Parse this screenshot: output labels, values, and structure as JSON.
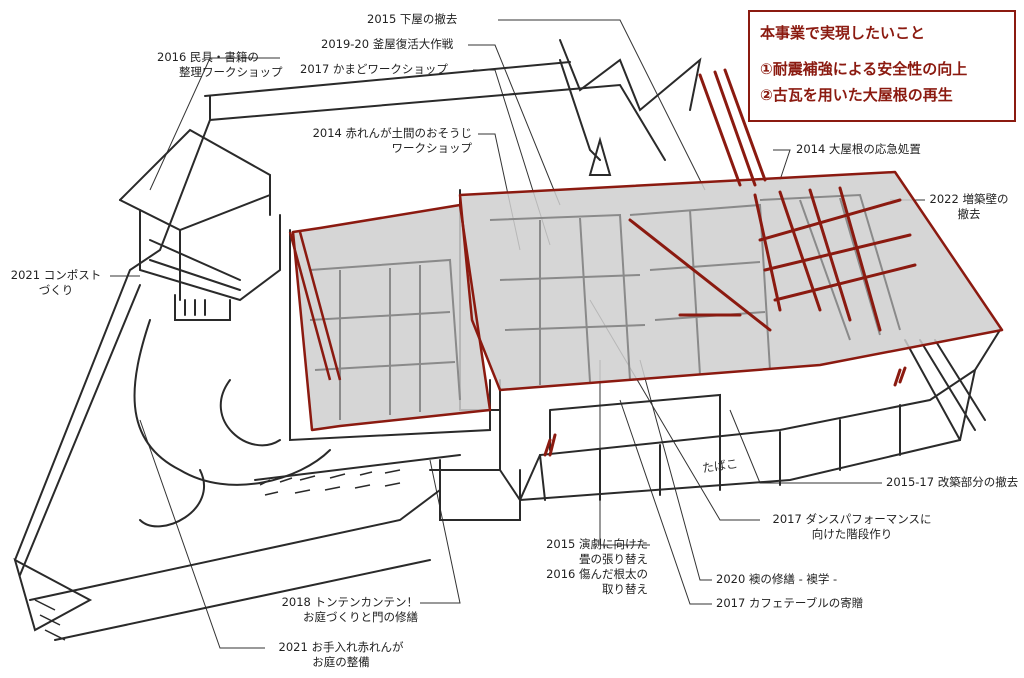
{
  "callout": {
    "title": "本事業で実現したいこと",
    "items": [
      "①耐震補強による安全性の向上",
      "②古瓦を用いた大屋根の再生"
    ]
  },
  "labels": {
    "shitaya": "2015 下屋の撤去",
    "kamaya": "2019-20 釜屋復活大作戦",
    "kamado": "2017 かまどワークショップ",
    "mingu1": "2016 民具・書籍の",
    "mingu2": "整理ワークショップ",
    "doma1": "2014 赤れんが土間のおそうじ",
    "doma2": "ワークショップ",
    "oyane": "2014 大屋根の応急処置",
    "zouchiku1": "2022 増築壁の",
    "zouchiku2": "撤去",
    "compost1": "2021 コンポスト",
    "compost2": "づくり",
    "kaichiku": "2015-17 改築部分の撤去",
    "dance1": "2017 ダンスパフォーマンスに",
    "dance2": "向けた階段作り",
    "engeki1": "2015 演劇に向けた",
    "engeki2": "畳の張り替え",
    "engeki3": "2016 傷んだ根太の",
    "engeki4": "取り替え",
    "fusuma": "2020 襖の修繕 - 襖学 -",
    "cafe": "2017 カフェテーブルの寄贈",
    "tonten1": "2018 トンテンカンテン！",
    "tonten2": "お庭づくりと門の修繕",
    "teire1": "2021 お手入れ赤れんが",
    "teire2": "お庭の整備"
  },
  "sign": "たばこ",
  "colors": {
    "accent": "#8b1a10",
    "roof_fill": "#cfcfcf",
    "ink": "#2a2a2a"
  }
}
